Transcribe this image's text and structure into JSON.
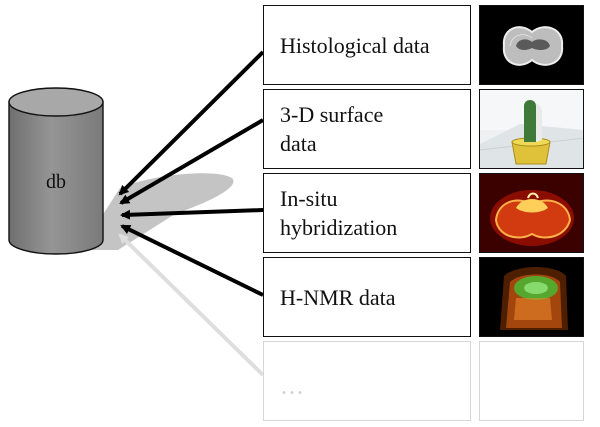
{
  "database": {
    "label": "db"
  },
  "sources": [
    {
      "label": "Histological data",
      "thumbnail": "histological-section-image",
      "active": true
    },
    {
      "label": "3-D surface\ndata",
      "thumbnail": "3d-surface-model-image",
      "active": true
    },
    {
      "label": "In-situ\nhybridization",
      "thumbnail": "in-situ-hybridization-image",
      "active": true
    },
    {
      "label": "H-NMR data",
      "thumbnail": "h-nmr-volume-image",
      "active": true
    },
    {
      "label": "…",
      "thumbnail": "empty-placeholder",
      "active": false
    }
  ],
  "colors": {
    "cylinder_body": "#8c8c8c",
    "cylinder_top": "#a8a8a8",
    "shadow": "#c4c4c4",
    "arrow": "#000000",
    "arrow_muted": "#dedede",
    "box_border_muted": "#d6d6d6"
  }
}
